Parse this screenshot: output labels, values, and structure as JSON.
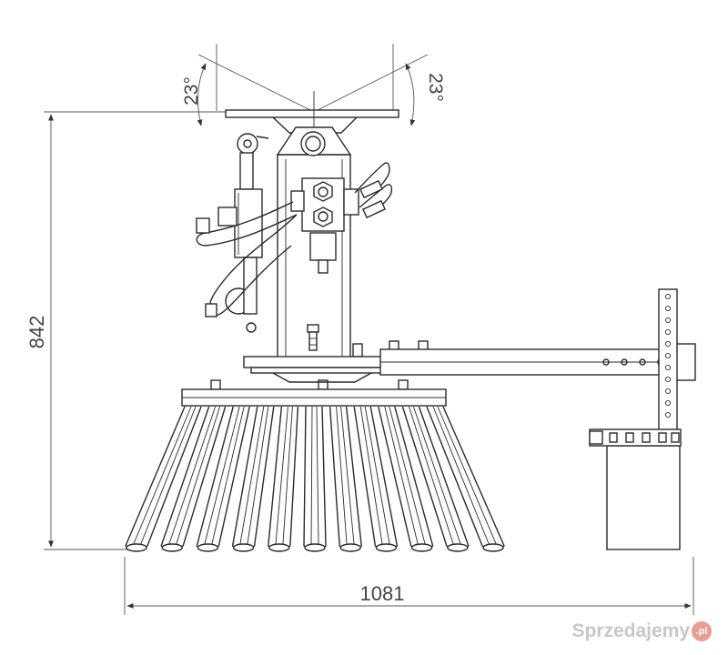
{
  "dimensions": {
    "height_label": "842",
    "width_label": "1081",
    "angle_left_label": "23°",
    "angle_right_label": "23°"
  },
  "watermark": {
    "text": "Sprzedajemy",
    "badge": ".pl",
    "badge_color": "#d94b3d"
  }
}
